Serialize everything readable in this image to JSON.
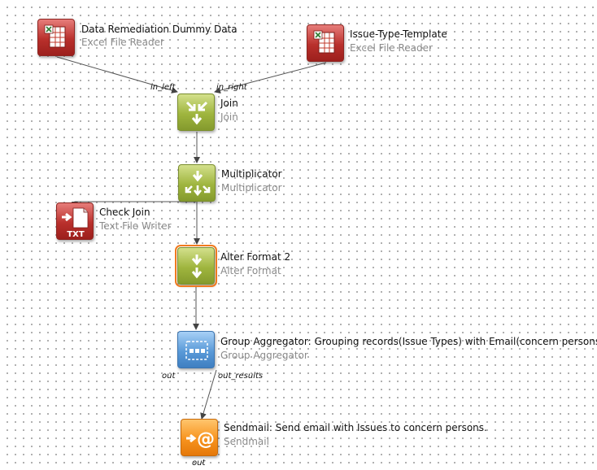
{
  "nodes": {
    "excel1": {
      "title": "Data Remediation Dummy Data",
      "type": "Excel File Reader",
      "icon": "excel-file-icon"
    },
    "excel2": {
      "title": "Issue-Type-Template",
      "type": "Excel File Reader",
      "icon": "excel-file-icon"
    },
    "join": {
      "title": "Join",
      "type": "Join",
      "icon": "join-arrows-icon"
    },
    "mult": {
      "title": "Multiplicator",
      "type": "Multiplicator",
      "icon": "multiplicator-arrows-icon"
    },
    "check": {
      "title": "Check Join",
      "type": "Text File Writer",
      "icon": "txt-file-icon",
      "badge": "TXT"
    },
    "alter": {
      "title": "Alter Format 2",
      "type": "Alter Format",
      "icon": "down-arrow-icon"
    },
    "group": {
      "title": "Group Aggregator: Grouping records(Issue Types) with Email(concern persons)",
      "type": "Group Aggregator",
      "icon": "group-aggregator-icon"
    },
    "sendmail": {
      "title": "Sendmail: Send email with Issues to concern persons.",
      "type": "Sendmail",
      "icon": "email-at-icon",
      "glyph": "@"
    }
  },
  "ports": {
    "in_left": "in_left",
    "in_right": "in_right",
    "group_out": "out",
    "group_out_results": "out_results",
    "sendmail_out": "out"
  },
  "colors": {
    "reader": "#c0392b",
    "transform": "#9fb53e",
    "aggregator": "#5a9ad8",
    "output": "#f7931e",
    "selected_outline": "#f07a1f",
    "edge": "#555555"
  }
}
